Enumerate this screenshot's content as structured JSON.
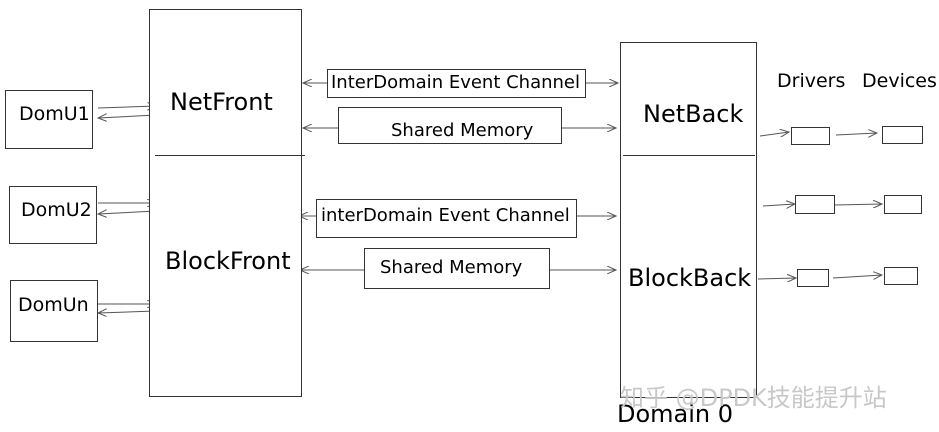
{
  "domu": [
    "DomU1",
    "DomU2",
    "DomUn"
  ],
  "front": {
    "net": "NetFront",
    "block": "BlockFront"
  },
  "back": {
    "net": "NetBack",
    "block": "BlockBack"
  },
  "channels": {
    "net_event": "InterDomain Event Channel",
    "net_mem": "Shared Memory",
    "block_event": "interDomain Event Channel",
    "block_mem": "Shared Memory"
  },
  "headers": {
    "drivers": "Drivers",
    "devices": "Devices"
  },
  "domain0": "Domain 0",
  "watermark": "知乎 @DPDK技能提升站"
}
